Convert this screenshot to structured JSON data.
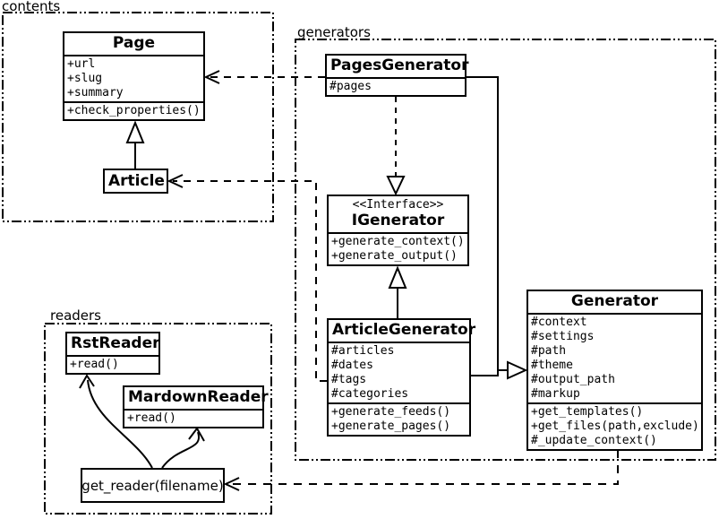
{
  "packages": {
    "contents": {
      "label": "contents"
    },
    "generators": {
      "label": "generators"
    },
    "readers": {
      "label": "readers"
    }
  },
  "classes": {
    "page": {
      "title": "Page",
      "attributes": [
        "+url",
        "+slug",
        "+summary"
      ],
      "methods": [
        "+check_properties()"
      ]
    },
    "article": {
      "title": "Article"
    },
    "pages_generator": {
      "title": "PagesGenerator",
      "attributes": [
        "#pages"
      ]
    },
    "igenerator": {
      "stereotype": "<<Interface>>",
      "title": "IGenerator",
      "methods": [
        "+generate_context()",
        "+generate_output()"
      ]
    },
    "article_generator": {
      "title": "ArticleGenerator",
      "attributes": [
        "#articles",
        "#dates",
        "#tags",
        "#categories"
      ],
      "methods": [
        "+generate_feeds()",
        "+generate_pages()"
      ]
    },
    "generator": {
      "title": "Generator",
      "attributes": [
        "#context",
        "#settings",
        "#path",
        "#theme",
        "#output_path",
        "#markup"
      ],
      "methods": [
        "+get_templates()",
        "+get_files(path,exclude)",
        "#_update_context()"
      ]
    },
    "rst_reader": {
      "title": "RstReader",
      "methods": [
        "+read()"
      ]
    },
    "mardown_reader": {
      "title": "MardownReader",
      "methods": [
        "+read()"
      ]
    },
    "get_reader": {
      "title": "get_reader(filename)"
    }
  },
  "colors": {
    "line": "#000000",
    "background": "#ffffff"
  }
}
